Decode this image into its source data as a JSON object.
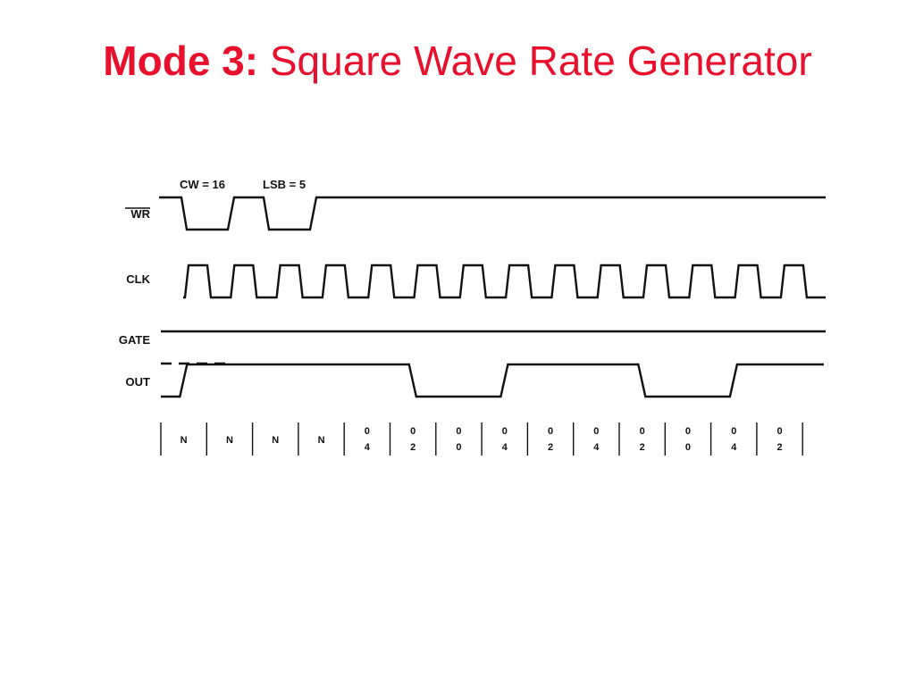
{
  "slide": {
    "title_bold": "Mode 3:",
    "title_regular": "Square Wave Rate Generator",
    "title_color": "#e8112d"
  },
  "diagram": {
    "signals": [
      {
        "id": "wr",
        "label": "WR",
        "overbar": true
      },
      {
        "id": "clk",
        "label": "CLK"
      },
      {
        "id": "gate",
        "label": "GATE"
      },
      {
        "id": "out",
        "label": "OUT"
      }
    ],
    "annotations": {
      "control_word": "CW = 16",
      "lsb": "LSB = 5"
    },
    "counter_values": [
      [
        "N"
      ],
      [
        "N"
      ],
      [
        "N"
      ],
      [
        "N"
      ],
      [
        "0",
        "4"
      ],
      [
        "0",
        "2"
      ],
      [
        "0",
        "0"
      ],
      [
        "0",
        "4"
      ],
      [
        "0",
        "2"
      ],
      [
        "0",
        "4"
      ],
      [
        "0",
        "2"
      ],
      [
        "0",
        "0"
      ],
      [
        "0",
        "4"
      ],
      [
        "0",
        "2"
      ]
    ],
    "clock_pulses": 14,
    "out_levels": [
      "low",
      "high",
      "high",
      "high",
      "high",
      "high",
      "low",
      "low",
      "high",
      "high",
      "high",
      "low",
      "low",
      "high"
    ],
    "gate_level": "high"
  }
}
